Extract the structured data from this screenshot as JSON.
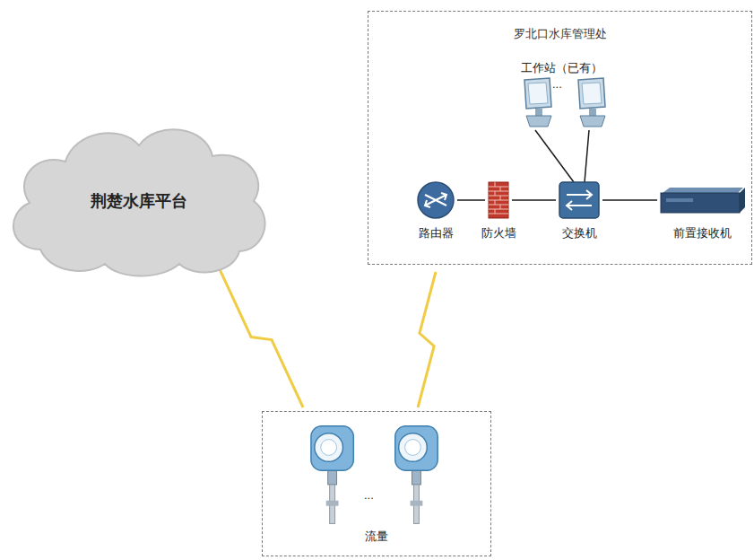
{
  "diagram": {
    "nodes": [
      {
        "text": [
          "荆楚水库平台"
        ]
      },
      {
        "text": [
          "罗北口水库管理处"
        ]
      },
      {
        "text": [
          "工作站（已有）"
        ],
        "in": 1
      },
      {
        "text": [
          "路由器"
        ],
        "in": 1
      },
      {
        "text": [
          "防火墙"
        ],
        "in": 1
      },
      {
        "text": [
          "交换机"
        ],
        "in": 1
      },
      {
        "text": [
          "前置接收机"
        ],
        "in": 1
      },
      {
        "text": [
          "流量"
        ]
      }
    ],
    "edges": [
      {
        "from": 2,
        "to": 5,
        "arrow": "none"
      },
      {
        "from": 3,
        "to": 4,
        "arrow": "none"
      },
      {
        "from": 4,
        "to": 5,
        "arrow": "none"
      },
      {
        "from": 5,
        "to": 6,
        "arrow": "none"
      },
      {
        "from": 0,
        "to": 7,
        "arrow": "none"
      },
      {
        "from": 3,
        "to": 7,
        "arrow": "none"
      }
    ],
    "labels": [
      "...",
      "..."
    ]
  }
}
